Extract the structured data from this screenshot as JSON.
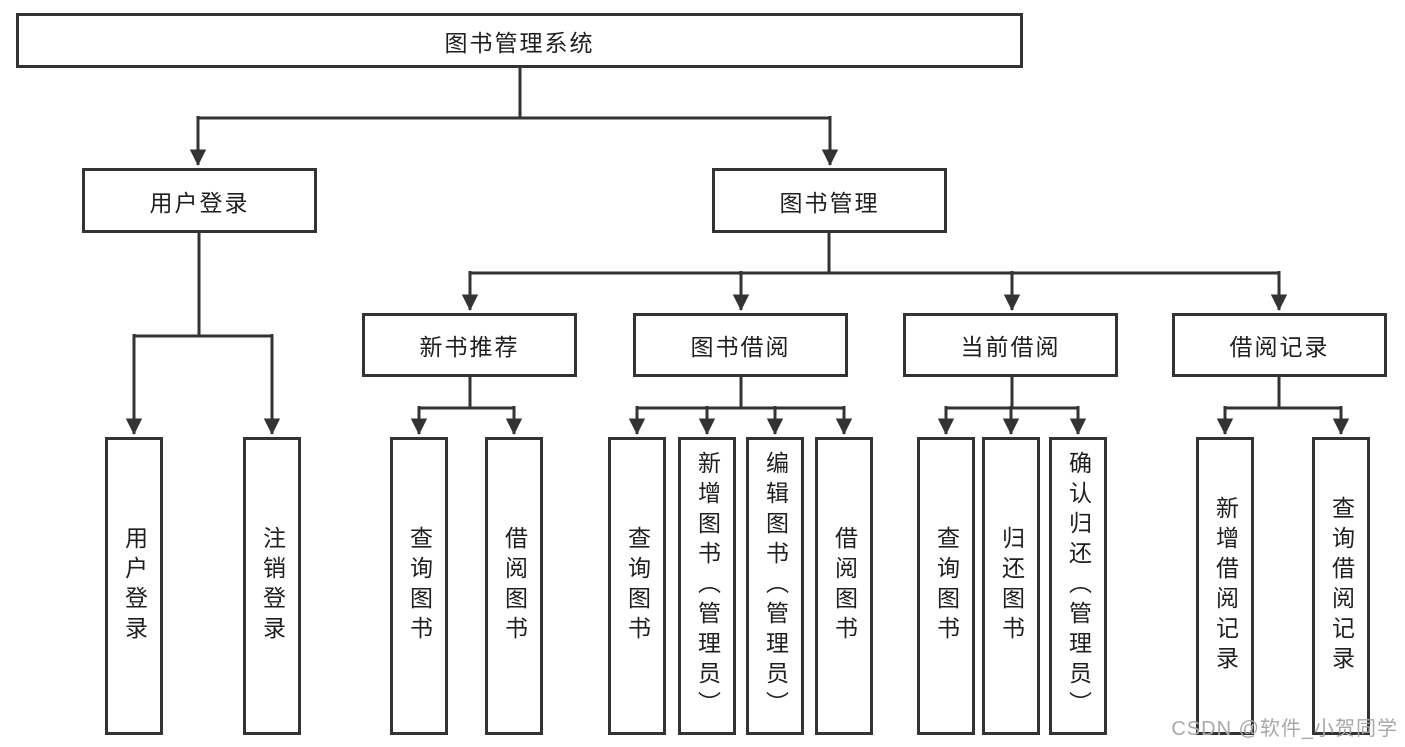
{
  "diagram": {
    "root": "图书管理系统",
    "level2": [
      "用户登录",
      "图书管理"
    ],
    "level3": [
      "新书推荐",
      "图书借阅",
      "当前借阅",
      "借阅记录"
    ],
    "leaves_user": [
      "用户登录",
      "注销登录"
    ],
    "leaves_recommend": [
      "查询图书",
      "借阅图书"
    ],
    "leaves_borrow": [
      "查询图书",
      "新增图书（管理员）",
      "编辑图书（管理员）",
      "借阅图书"
    ],
    "leaves_current": [
      "查询图书",
      "归还图书",
      "确认归还（管理员）"
    ],
    "leaves_records": [
      "新增借阅记录",
      "查询借阅记录"
    ],
    "colors": {
      "line": "#333333",
      "text": "#1f1f1f",
      "box_bg": "#ffffff",
      "background": "#ffffff",
      "watermark": "#a8a8a8"
    }
  },
  "watermark": "CSDN @软件_小贺同学"
}
